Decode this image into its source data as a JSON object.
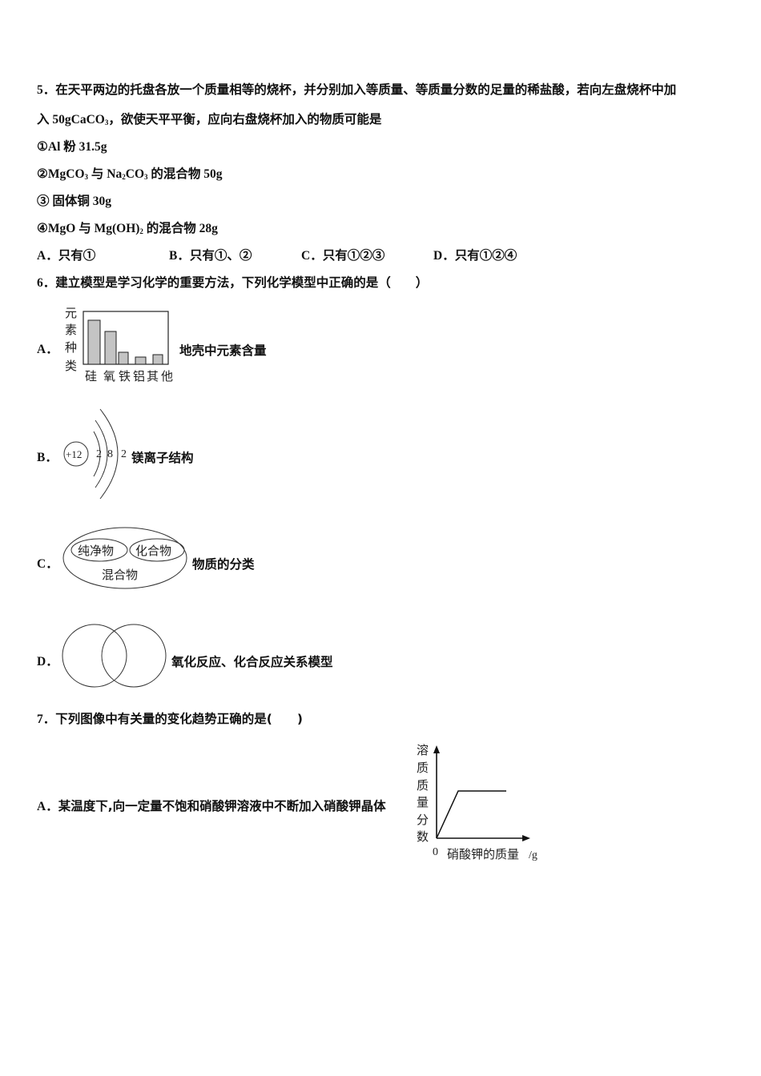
{
  "q5": {
    "number": "5．",
    "stem_line1": "在天平两边的托盘各放一个质量相等的烧杯，并分别加入等质量、等质量分数的足量的稀盐酸，若向左盘烧杯中加",
    "stem_line2_prefix": "入 50gCaCO",
    "stem_line2_sub": "3",
    "stem_line2_suffix": "，欲使天平平衡，应向右盘烧杯加入的物质可能是",
    "items": [
      {
        "mark": "①",
        "text": "Al 粉 31.5g"
      },
      {
        "mark": "②",
        "parts": [
          "MgCO",
          "3",
          " 与 Na",
          "2",
          "CO",
          "3",
          " 的混合物 50g"
        ]
      },
      {
        "mark": "③",
        "text": " 固体铜 30g"
      },
      {
        "mark": "④",
        "parts": [
          "MgO 与 Mg(OH)",
          "2",
          " 的混合物 28g"
        ]
      }
    ],
    "choices": [
      {
        "letter": "A．",
        "text": "只有①"
      },
      {
        "letter": "B．",
        "text": "只有①、②"
      },
      {
        "letter": "C．",
        "text": "只有①②③"
      },
      {
        "letter": "D．",
        "text": "只有①②④"
      }
    ]
  },
  "q6": {
    "number": "6．",
    "stem": "建立模型是学习化学的重要方法，下列化学模型中正确的是（　　）",
    "options": [
      {
        "letter": "A．",
        "caption": "地壳中元素含量"
      },
      {
        "letter": "B．",
        "caption": "镁离子结构"
      },
      {
        "letter": "C．",
        "caption": "物质的分类"
      },
      {
        "letter": "D．",
        "caption": "氧化反应、化合反应关系模型"
      }
    ],
    "diagram_b": {
      "nucleus": "+12",
      "shells": [
        "2",
        "8",
        "2"
      ]
    },
    "diagram_c": {
      "outer": "混合物",
      "inner_left": "纯净物",
      "inner_right": "化合物"
    }
  },
  "q7": {
    "number": "7．",
    "stem": "下列图像中有关量的变化趋势正确的是(　　)",
    "option_a": {
      "letter": "A．",
      "text": "某温度下,向一定量不饱和硝酸钾溶液中不断加入硝酸钾晶体"
    }
  },
  "chart_data": [
    {
      "type": "bar",
      "title": "",
      "ylabel": "元素种类",
      "xlabel": "",
      "categories": [
        "硅",
        "氧",
        "铁",
        "铝",
        "其他"
      ],
      "values": [
        85,
        70,
        26,
        16,
        22
      ],
      "ylim": [
        0,
        100
      ],
      "grid": false
    },
    {
      "type": "line",
      "title": "",
      "ylabel": "溶质质量分数",
      "xlabel": "硝酸钾的质量/g",
      "origin_label": "0",
      "x": [
        0,
        1,
        4
      ],
      "y": [
        0,
        1,
        1
      ],
      "grid": false
    }
  ]
}
